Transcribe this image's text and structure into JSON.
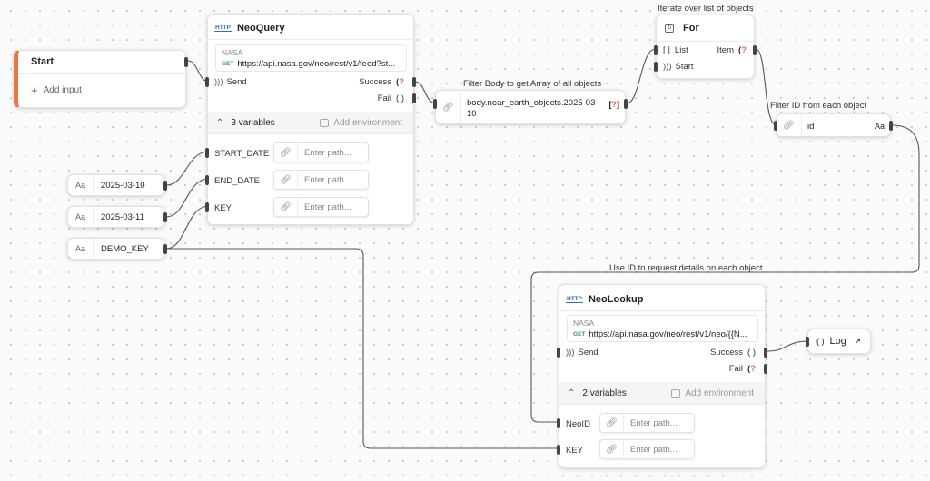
{
  "start": {
    "title": "Start",
    "add_input": "Add input"
  },
  "neoquery": {
    "title": "NeoQuery",
    "source": "NASA",
    "method": "GET",
    "url": "https://api.nasa.gov/neo/rest/v1/feed?st...",
    "send": "Send",
    "success": "Success",
    "fail": "Fail",
    "variables_label": "3 variables",
    "add_env": "Add environment",
    "vars": [
      {
        "name": "START_DATE",
        "placeholder": "Enter path..."
      },
      {
        "name": "END_DATE",
        "placeholder": "Enter path..."
      },
      {
        "name": "KEY",
        "placeholder": "Enter path..."
      }
    ]
  },
  "values": [
    {
      "type": "Aa",
      "value": "2025-03-10"
    },
    {
      "type": "Aa",
      "value": "2025-03-11"
    },
    {
      "type": "Aa",
      "value": "DEMO_KEY"
    }
  ],
  "filter_body": {
    "caption": "Filter Body to get Array of all objects",
    "path": "body.near_earth_objects.2025-03-10"
  },
  "for_node": {
    "caption": "Iterate over list of objects",
    "title": "For",
    "list": "List",
    "item": "Item",
    "start": "Start"
  },
  "filter_id": {
    "caption": "Filter ID from each object",
    "path": "id",
    "type": "Aa"
  },
  "lookup_caption": "Use ID to request details on each object",
  "neolookup": {
    "title": "NeoLookup",
    "source": "NASA",
    "method": "GET",
    "url": "https://api.nasa.gov/neo/rest/v1/neo/{{N...",
    "send": "Send",
    "success": "Success",
    "fail": "Fail",
    "variables_label": "2 variables",
    "add_env": "Add environment",
    "vars": [
      {
        "name": "NeoID",
        "placeholder": "Enter path..."
      },
      {
        "name": "KEY",
        "placeholder": "Enter path..."
      }
    ]
  },
  "log": {
    "label": "Log"
  },
  "colors": {
    "accent": "#f0743c",
    "http_blue": "#3c6db0",
    "get_green": "#3a9a5b",
    "wire": "#555555"
  }
}
